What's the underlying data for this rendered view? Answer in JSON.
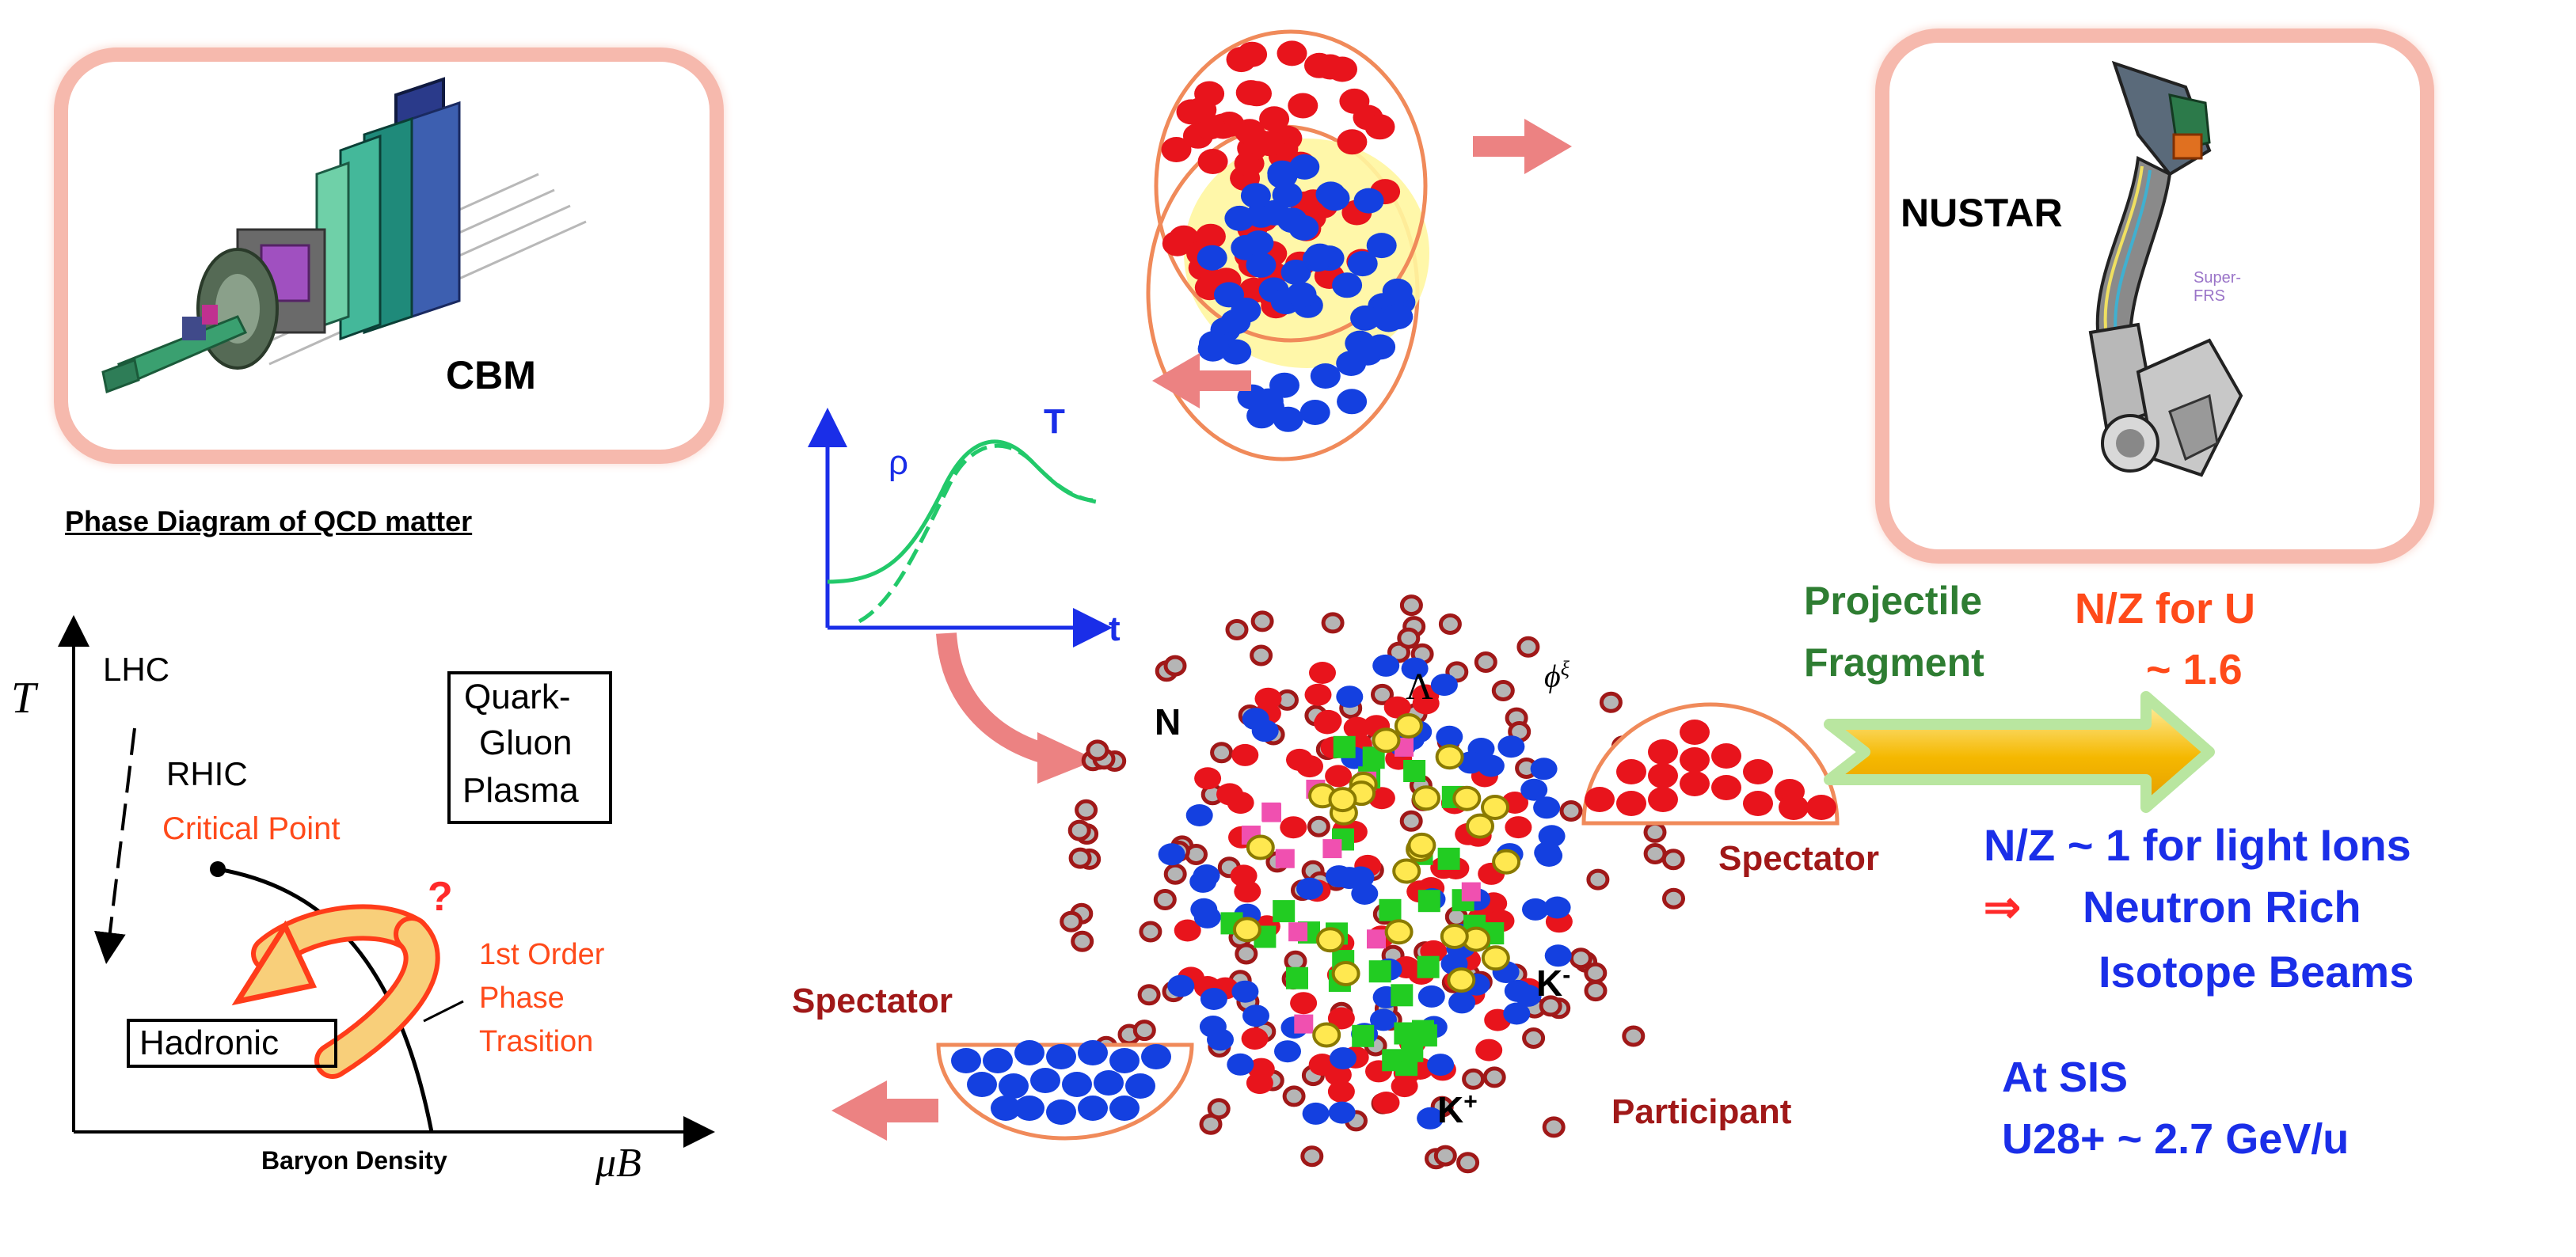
{
  "cbm": {
    "label": "CBM"
  },
  "nustar": {
    "label": "NUSTAR",
    "inner_label": "Super-FRS"
  },
  "phase_diagram": {
    "title": "Phase Diagram of QCD matter",
    "y_axis": "T",
    "x_axis_symbol": "μB",
    "x_axis_label": "Baryon Density",
    "lhc": "LHC",
    "rhic": "RHIC",
    "critical_point": "Critical Point",
    "qgp_line1": "Quark-",
    "qgp_line2": "Gluon",
    "qgp_line3": "Plasma",
    "question": "?",
    "transition_line1": "1st Order",
    "transition_line2": "Phase",
    "transition_line3": "Trasition",
    "hadronic": "Hadronic"
  },
  "evolution_plot": {
    "rho": "ρ",
    "T": "T",
    "t": "t"
  },
  "collision": {
    "N": "N",
    "Lambda": "Λ",
    "phi": "ϕ",
    "phi_sup": "ξ",
    "K_minus": "K",
    "K_minus_sup": "-",
    "K_plus": "K",
    "K_plus_sup": "+",
    "participant": "Participant",
    "spectator_left": "Spectator",
    "spectator_right": "Spectator"
  },
  "fragment": {
    "projectile_line1": "Projectile",
    "projectile_line2": "Fragment",
    "nz_u_line1": "N/Z for U",
    "nz_u_line2": "~ 1.6",
    "light_ions_line1": "N/Z ~ 1 for light  Ions",
    "arrow_symbol": "⇒",
    "light_ions_line2": "Neutron Rich",
    "light_ions_line3": "Isotope Beams",
    "sis_line1": "At SIS",
    "sis_line2": "U28+  ~ 2.7 GeV/u"
  },
  "colors": {
    "frame": "#f6b9ad",
    "proton_red": "#e8141c",
    "neutron_blue": "#1440e0",
    "green_curve": "#22c96a",
    "orange_text": "#ff4a1a",
    "dark_red_text": "#a01818",
    "green_text": "#2e7d32",
    "blue_text": "#1a2ee8",
    "pink_arrow": "#ec8282"
  }
}
